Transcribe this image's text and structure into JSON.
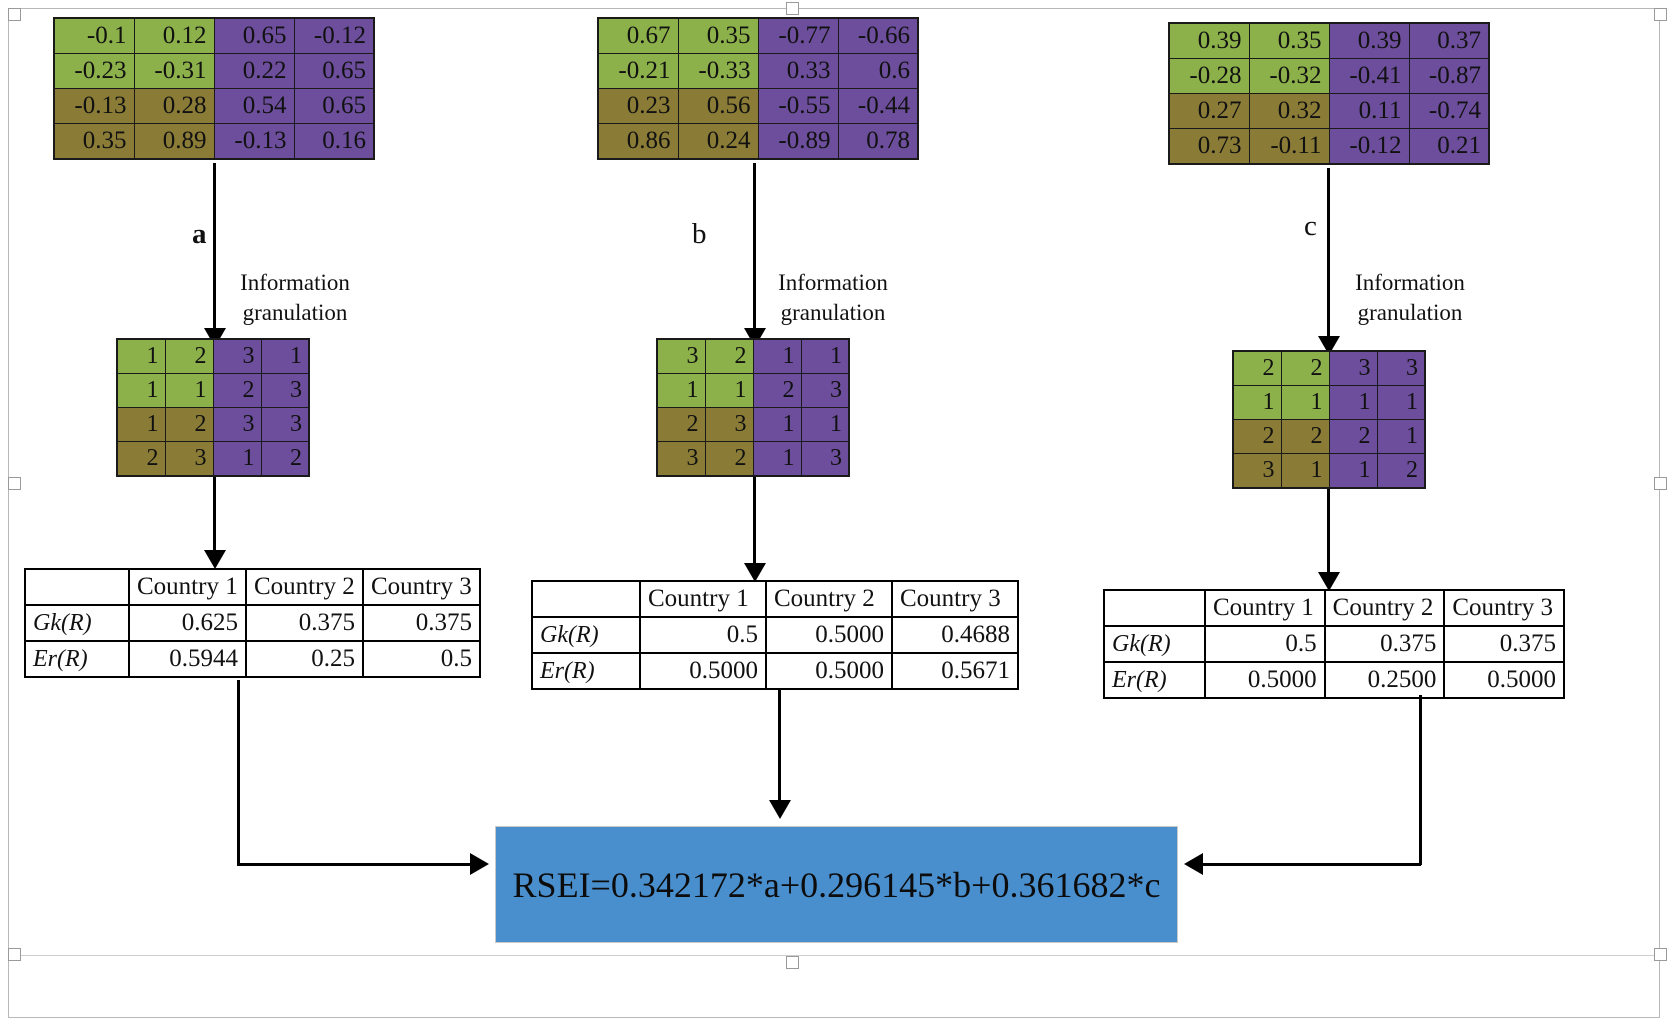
{
  "branches": [
    {
      "id": "a",
      "label": "a",
      "granulation_label": "Information\ngranulation",
      "matrix": {
        "rows": [
          [
            "-0.1",
            "0.12",
            "0.65",
            "-0.12"
          ],
          [
            "-0.23",
            "-0.31",
            "0.22",
            "0.65"
          ],
          [
            "-0.13",
            "0.28",
            "0.54",
            "0.65"
          ],
          [
            "0.35",
            "0.89",
            "-0.13",
            "0.16"
          ]
        ],
        "colors": [
          [
            "green",
            "green",
            "purple",
            "purple"
          ],
          [
            "green",
            "green",
            "purple",
            "purple"
          ],
          [
            "olive",
            "olive",
            "purple",
            "purple"
          ],
          [
            "olive",
            "olive",
            "purple",
            "purple"
          ]
        ]
      },
      "granulated": {
        "rows": [
          [
            "1",
            "2",
            "3",
            "1"
          ],
          [
            "1",
            "1",
            "2",
            "3"
          ],
          [
            "1",
            "2",
            "3",
            "3"
          ],
          [
            "2",
            "3",
            "1",
            "2"
          ]
        ],
        "colors": [
          [
            "green",
            "green",
            "purple",
            "purple"
          ],
          [
            "green",
            "green",
            "purple",
            "purple"
          ],
          [
            "olive",
            "olive",
            "purple",
            "purple"
          ],
          [
            "olive",
            "olive",
            "purple",
            "purple"
          ]
        ]
      },
      "result_table": {
        "corner": "",
        "columns": [
          "Country 1",
          "Country 2",
          "Country 3"
        ],
        "rows": [
          {
            "label": "Gk(R)",
            "values": [
              "0.625",
              "0.375",
              "0.375"
            ]
          },
          {
            "label": "Er(R)",
            "values": [
              "0.5944",
              "0.25",
              "0.5"
            ]
          }
        ]
      }
    },
    {
      "id": "b",
      "label": "b",
      "granulation_label": "Information\ngranulation",
      "matrix": {
        "rows": [
          [
            "0.67",
            "0.35",
            "-0.77",
            "-0.66"
          ],
          [
            "-0.21",
            "-0.33",
            "0.33",
            "0.6"
          ],
          [
            "0.23",
            "0.56",
            "-0.55",
            "-0.44"
          ],
          [
            "0.86",
            "0.24",
            "-0.89",
            "0.78"
          ]
        ],
        "colors": [
          [
            "green",
            "green",
            "purple",
            "purple"
          ],
          [
            "green",
            "green",
            "purple",
            "purple"
          ],
          [
            "olive",
            "olive",
            "purple",
            "purple"
          ],
          [
            "olive",
            "olive",
            "purple",
            "purple"
          ]
        ]
      },
      "granulated": {
        "rows": [
          [
            "3",
            "2",
            "1",
            "1"
          ],
          [
            "1",
            "1",
            "2",
            "3"
          ],
          [
            "2",
            "3",
            "1",
            "1"
          ],
          [
            "3",
            "2",
            "1",
            "3"
          ]
        ],
        "colors": [
          [
            "green",
            "green",
            "purple",
            "purple"
          ],
          [
            "green",
            "green",
            "purple",
            "purple"
          ],
          [
            "olive",
            "olive",
            "purple",
            "purple"
          ],
          [
            "olive",
            "olive",
            "purple",
            "purple"
          ]
        ]
      },
      "result_table": {
        "corner": "",
        "columns": [
          "Country 1",
          "Country 2",
          "Country 3"
        ],
        "rows": [
          {
            "label": "Gk(R)",
            "values": [
              "0.5",
              "0.5000",
              "0.4688"
            ]
          },
          {
            "label": "Er(R)",
            "values": [
              "0.5000",
              "0.5000",
              "0.5671"
            ]
          }
        ]
      }
    },
    {
      "id": "c",
      "label": "c",
      "granulation_label": "Information\ngranulation",
      "matrix": {
        "rows": [
          [
            "0.39",
            "0.35",
            "0.39",
            "0.37"
          ],
          [
            "-0.28",
            "-0.32",
            "-0.41",
            "-0.87"
          ],
          [
            "0.27",
            "0.32",
            "0.11",
            "-0.74"
          ],
          [
            "0.73",
            "-0.11",
            "-0.12",
            "0.21"
          ]
        ],
        "colors": [
          [
            "green",
            "green",
            "purple",
            "purple"
          ],
          [
            "green",
            "green",
            "purple",
            "purple"
          ],
          [
            "olive",
            "olive",
            "purple",
            "purple"
          ],
          [
            "olive",
            "olive",
            "purple",
            "purple"
          ]
        ]
      },
      "granulated": {
        "rows": [
          [
            "2",
            "2",
            "3",
            "3"
          ],
          [
            "1",
            "1",
            "1",
            "1"
          ],
          [
            "2",
            "2",
            "2",
            "1"
          ],
          [
            "3",
            "1",
            "1",
            "2"
          ]
        ],
        "colors": [
          [
            "green",
            "green",
            "purple",
            "purple"
          ],
          [
            "green",
            "green",
            "purple",
            "purple"
          ],
          [
            "olive",
            "olive",
            "purple",
            "purple"
          ],
          [
            "olive",
            "olive",
            "purple",
            "purple"
          ]
        ]
      },
      "result_table": {
        "corner": "",
        "columns": [
          "Country 1",
          "Country 2",
          "Country 3"
        ],
        "rows": [
          {
            "label": "Gk(R)",
            "values": [
              "0.5",
              "0.375",
              "0.375"
            ]
          },
          {
            "label": "Er(R)",
            "values": [
              "0.5000",
              "0.2500",
              "0.5000"
            ]
          }
        ]
      }
    }
  ],
  "result_box": {
    "formula": "RSEI=0.342172*a+0.296145*b+0.361682*c",
    "color": "#4A8FCD"
  },
  "palette": {
    "green": "#8CB04A",
    "olive": "#8A7C36",
    "purple": "#6C4E9C",
    "accent": "#4A8FCD"
  }
}
